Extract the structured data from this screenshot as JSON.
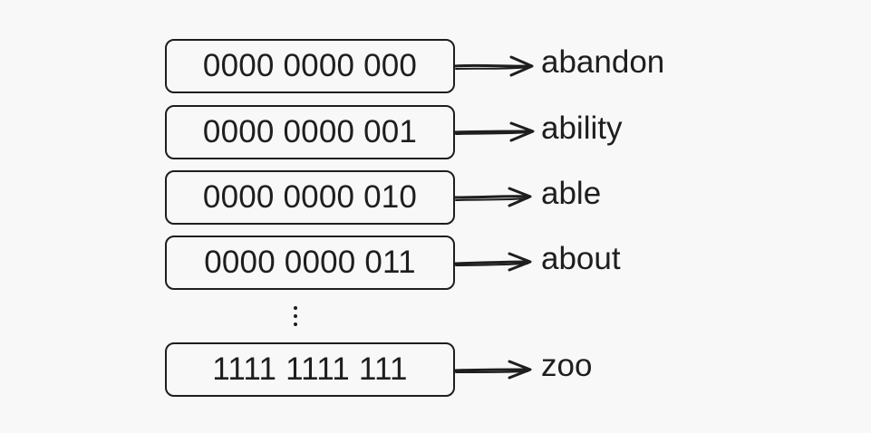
{
  "mappings": [
    {
      "bits": "0000 0000 000",
      "word": "abandon"
    },
    {
      "bits": "0000 0000 001",
      "word": "ability"
    },
    {
      "bits": "0000 0000 010",
      "word": "able"
    },
    {
      "bits": "0000 0000 011",
      "word": "about"
    },
    {
      "bits": "1111 1111 111",
      "word": "zoo"
    }
  ],
  "ellipsis": "⋮",
  "colors": {
    "stroke": "#1e1e1e",
    "background": "#f8f8f9"
  },
  "icons": {
    "arrow": "arrow-right-icon",
    "ellipsis": "vertical-ellipsis-icon"
  }
}
